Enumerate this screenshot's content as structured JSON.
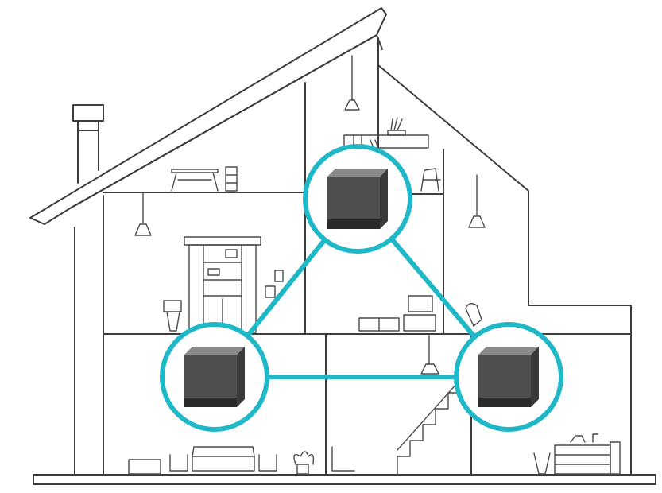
{
  "colors": {
    "outline": "#3c3c3c",
    "mesh_link": "#1fb8c8",
    "node_top": "#8a8a8a",
    "node_front": "#4f4f4f",
    "node_side": "#3a3a3a",
    "node_base": "#2b2b2b",
    "background": "#ffffff"
  },
  "mesh_nodes": [
    {
      "id": "upper",
      "icon": "mesh-router-cube"
    },
    {
      "id": "left",
      "icon": "mesh-router-cube"
    },
    {
      "id": "right",
      "icon": "mesh-router-cube"
    }
  ],
  "mesh_links": [
    {
      "from": "upper",
      "to": "left"
    },
    {
      "from": "upper",
      "to": "right"
    },
    {
      "from": "left",
      "to": "right"
    }
  ]
}
